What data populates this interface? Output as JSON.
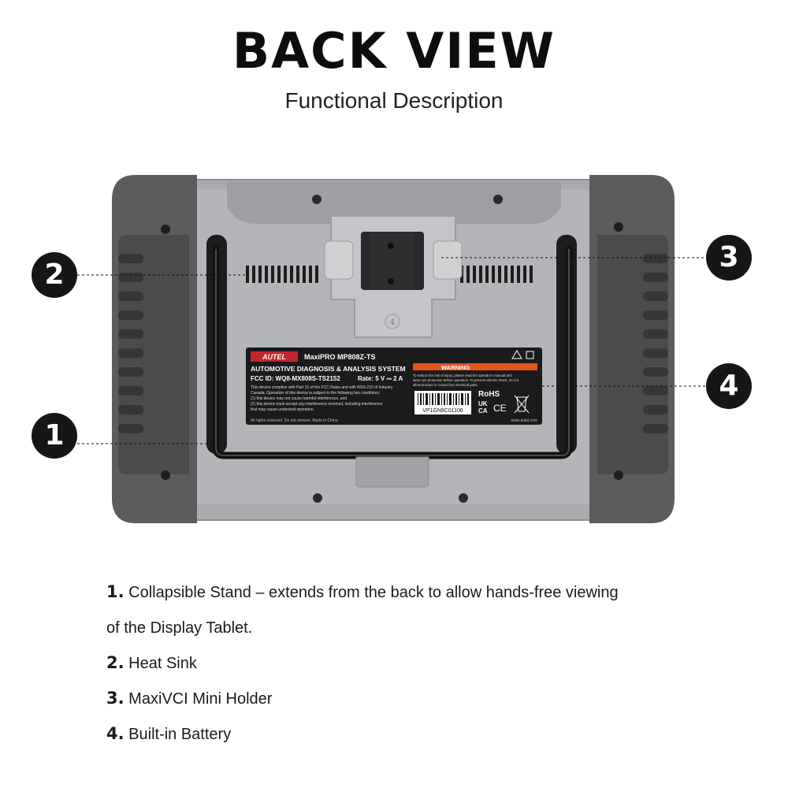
{
  "header": {
    "title": "BACK VIEW",
    "subtitle": "Functional Description"
  },
  "callouts": [
    {
      "number": "1"
    },
    {
      "number": "2"
    },
    {
      "number": "3"
    },
    {
      "number": "4"
    }
  ],
  "device_label": {
    "brand": "AUTEL",
    "model": "MaxiPRO MP808Z-TS",
    "system": "AUTOMOTIVE DIAGNOSIS & ANALYSIS SYSTEM",
    "fcc": "FCC ID: WQ8-MX808S-TS2152",
    "rate": "Rate: 5 V ⎓ 2 A",
    "compliance_1": "This device complies with Part 15 of the FCC Rules and with RSS-210 of Industry",
    "compliance_2": "Canada. Operation of this device is subject to the following two conditions:",
    "compliance_3": "(1) this device may not cause harmful interference, and",
    "compliance_4": "(2) this device must accept any interference received, including interference",
    "compliance_5": "that may cause undesired operation.",
    "footer_left": "All rights reserved.   Do not remove.   Made in China",
    "footer_right": "www.autel.com",
    "warning": "WARNING",
    "warning_text_1": "To reduce the risk of injury, please read the operator's manual and",
    "warning_text_2": "wear eye protection before operation. To prevent electric shock, do not",
    "warning_text_3": "allow product to contact live electrical parts.",
    "serial": "VP1GN8C01106",
    "marks": "RoHS",
    "ukca_1": "UK",
    "ukca_2": "CA",
    "ce": "CE",
    "holder_number": "4"
  },
  "descriptions": [
    {
      "num": "1.",
      "text": "Collapsible Stand – extends from the back to allow hands-free viewing",
      "cont": "of the Display Tablet."
    },
    {
      "num": "2.",
      "text": "Heat Sink"
    },
    {
      "num": "3.",
      "text": "MaxiVCI Mini Holder"
    },
    {
      "num": "4.",
      "text": "Built-in Battery"
    }
  ]
}
